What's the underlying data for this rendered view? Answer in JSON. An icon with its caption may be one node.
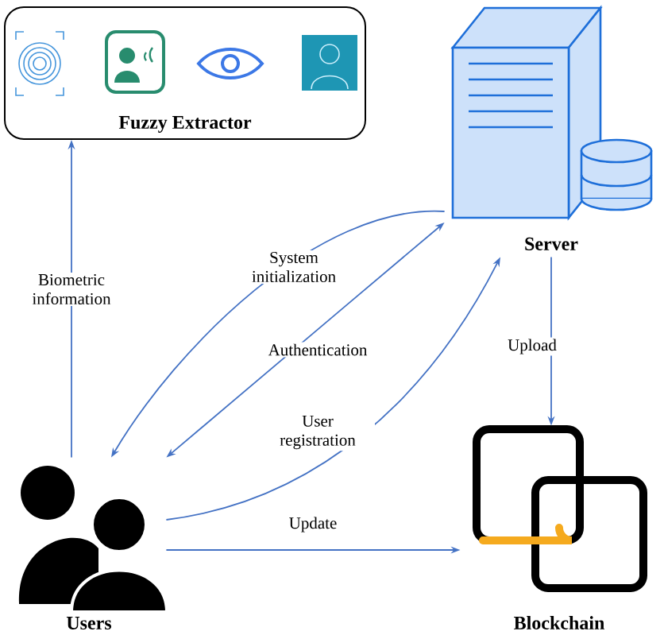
{
  "diagram": {
    "nodes": [
      {
        "text": [
          "Fuzzy Extractor"
        ]
      },
      {
        "text": [
          "Server"
        ]
      },
      {
        "text": [
          "Users"
        ]
      },
      {
        "text": [
          "Blockchain"
        ]
      }
    ],
    "edges": [
      {
        "from": 2,
        "to": 0,
        "arrow": "to",
        "label": "Biometric information"
      },
      {
        "from": 1,
        "to": 2,
        "arrow": "to",
        "label": "System initialization"
      },
      {
        "from": 1,
        "to": 2,
        "arrow": "both",
        "label": "Authentication"
      },
      {
        "from": 2,
        "to": 1,
        "arrow": "to",
        "label": "User registration"
      },
      {
        "from": 2,
        "to": 3,
        "arrow": "to",
        "label": "Update"
      },
      {
        "from": 1,
        "to": 3,
        "arrow": "to",
        "label": "Upload"
      }
    ]
  }
}
